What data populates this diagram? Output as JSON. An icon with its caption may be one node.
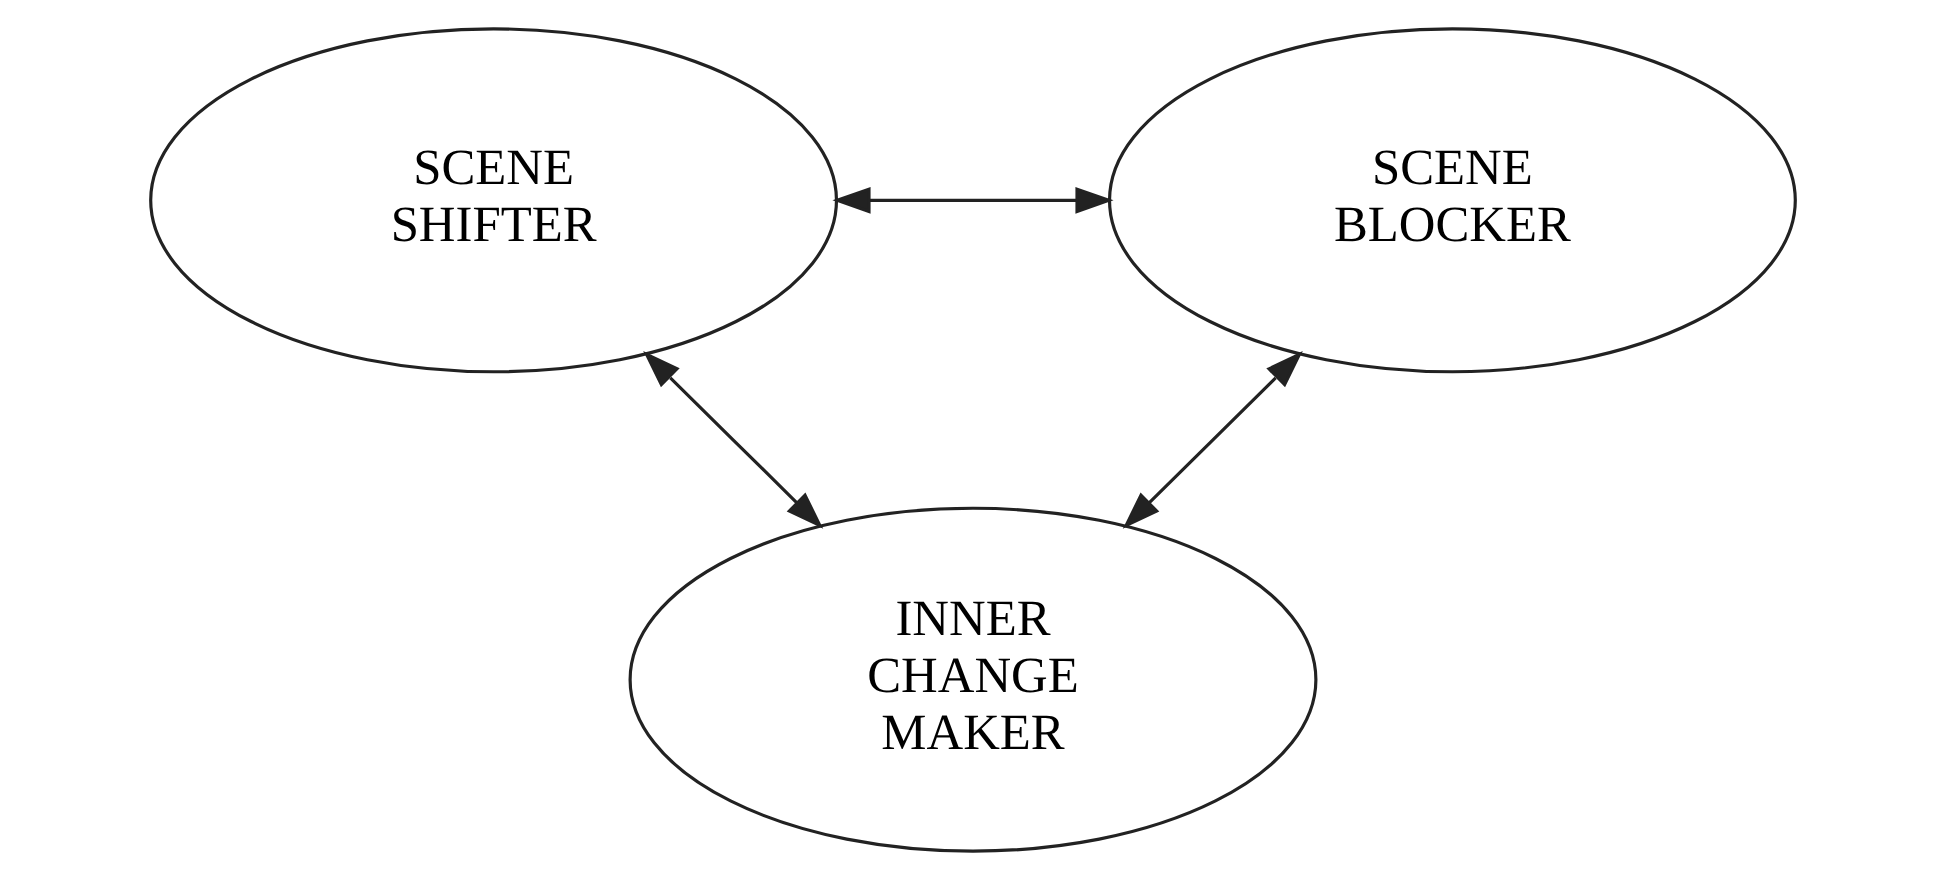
{
  "diagram": {
    "nodes": [
      {
        "text": [
          "SCENE SHIFTER"
        ]
      },
      {
        "text": [
          "SCENE BLOCKER"
        ]
      },
      {
        "text": [
          "INNER CHANGE MAKER"
        ]
      }
    ],
    "edges": [
      {
        "from": 0,
        "to": 1,
        "arrow": "both"
      },
      {
        "from": 0,
        "to": 2,
        "arrow": "both"
      },
      {
        "from": 1,
        "to": 2,
        "arrow": "both"
      }
    ]
  }
}
